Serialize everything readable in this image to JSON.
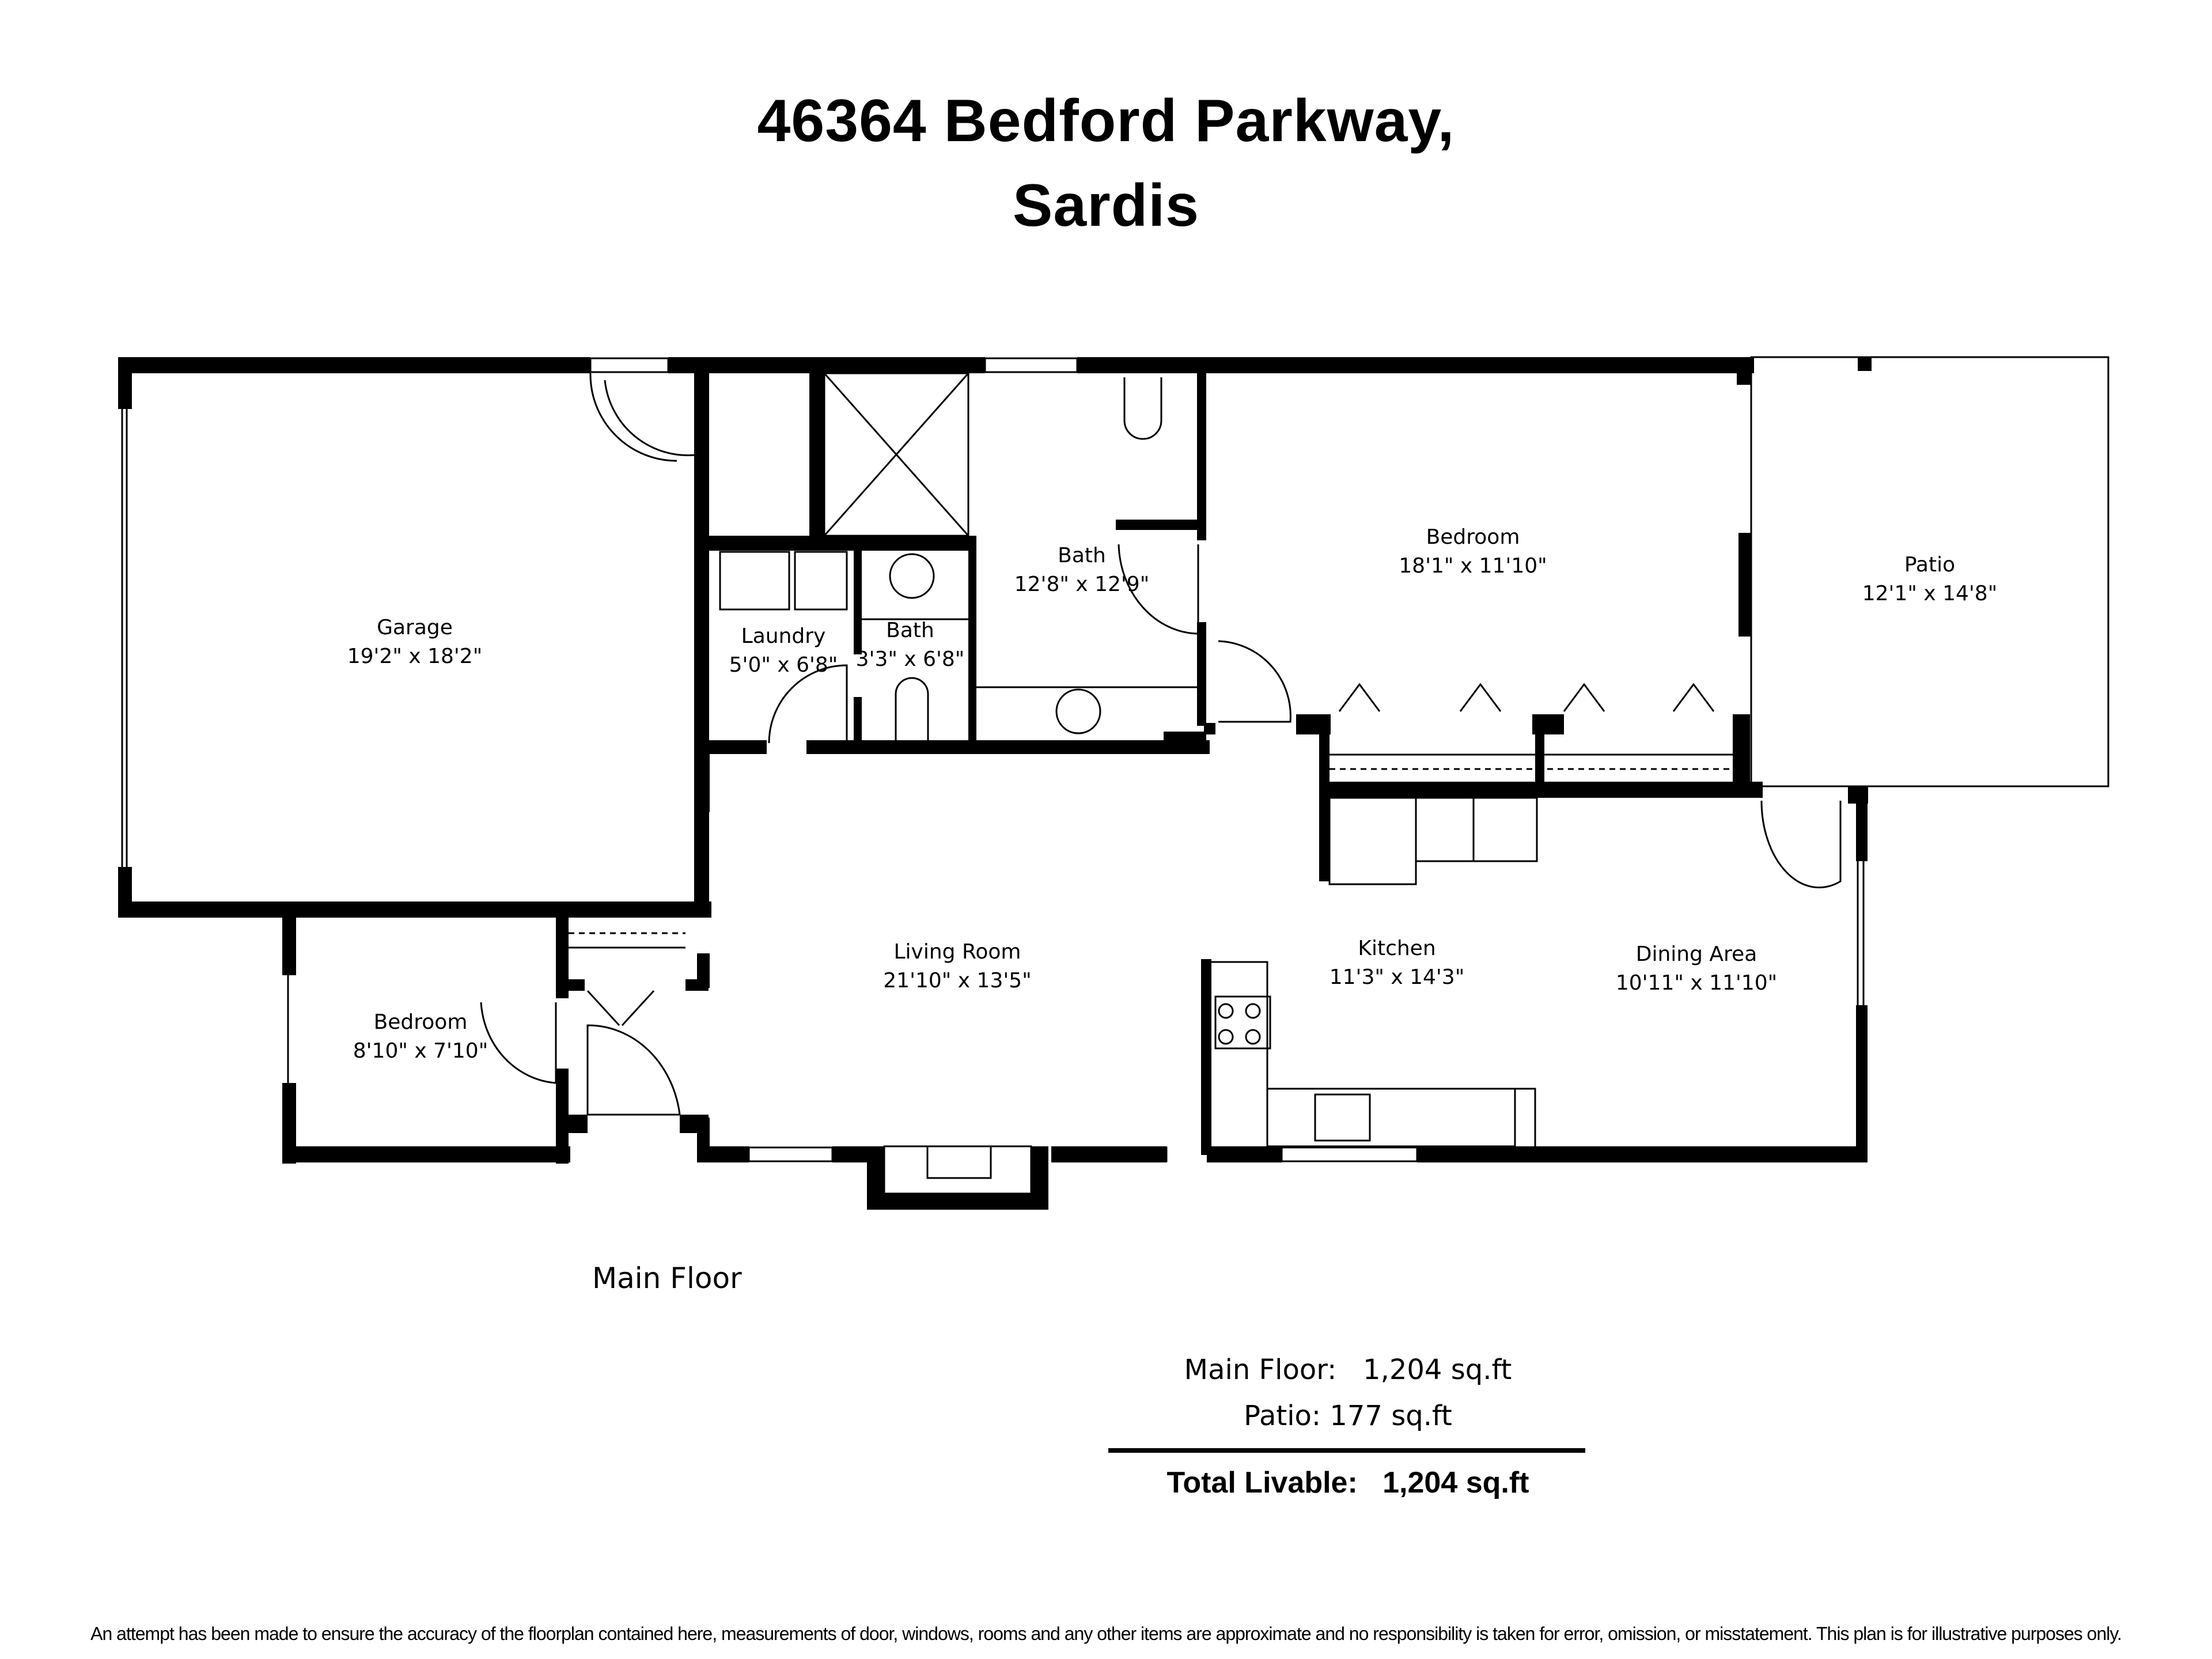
{
  "header": {
    "address_line1": "46364 Bedford Parkway,",
    "address_line2": "Sardis"
  },
  "rooms": [
    {
      "name": "Garage",
      "dims": "19'2\" x 18'2\""
    },
    {
      "name": "Laundry",
      "dims": "5'0\" x 6'8\""
    },
    {
      "name": "Bath",
      "dims": "3'3\" x 6'8\""
    },
    {
      "name": "Bath",
      "dims": "12'8\" x 12'9\""
    },
    {
      "name": "Bedroom",
      "dims": "18'1\" x 11'10\""
    },
    {
      "name": "Patio",
      "dims": "12'1\" x 14'8\""
    },
    {
      "name": "Bedroom",
      "dims": "8'10\" x 7'10\""
    },
    {
      "name": "Living Room",
      "dims": "21'10\" x 13'5\""
    },
    {
      "name": "Kitchen",
      "dims": "11'3\" x 14'3\""
    },
    {
      "name": "Dining Area",
      "dims": "10'11\" x 11'10\""
    }
  ],
  "floor_label": "Main Floor",
  "summary": {
    "main_floor_label": "Main Floor:",
    "main_floor_value": "1,204 sq.ft",
    "patio_label": "Patio:",
    "patio_value": "177 sq.ft",
    "total_label": "Total Livable:",
    "total_value": "1,204 sq.ft"
  },
  "disclaimer": "An attempt has been made to ensure the accuracy of the floorplan contained here, measurements of door, windows, rooms and any other items are approximate and no responsibility is taken for error, omission, or misstatement. This plan is for illustrative purposes only.",
  "colors": {
    "wall": "#000000",
    "background": "#ffffff"
  }
}
